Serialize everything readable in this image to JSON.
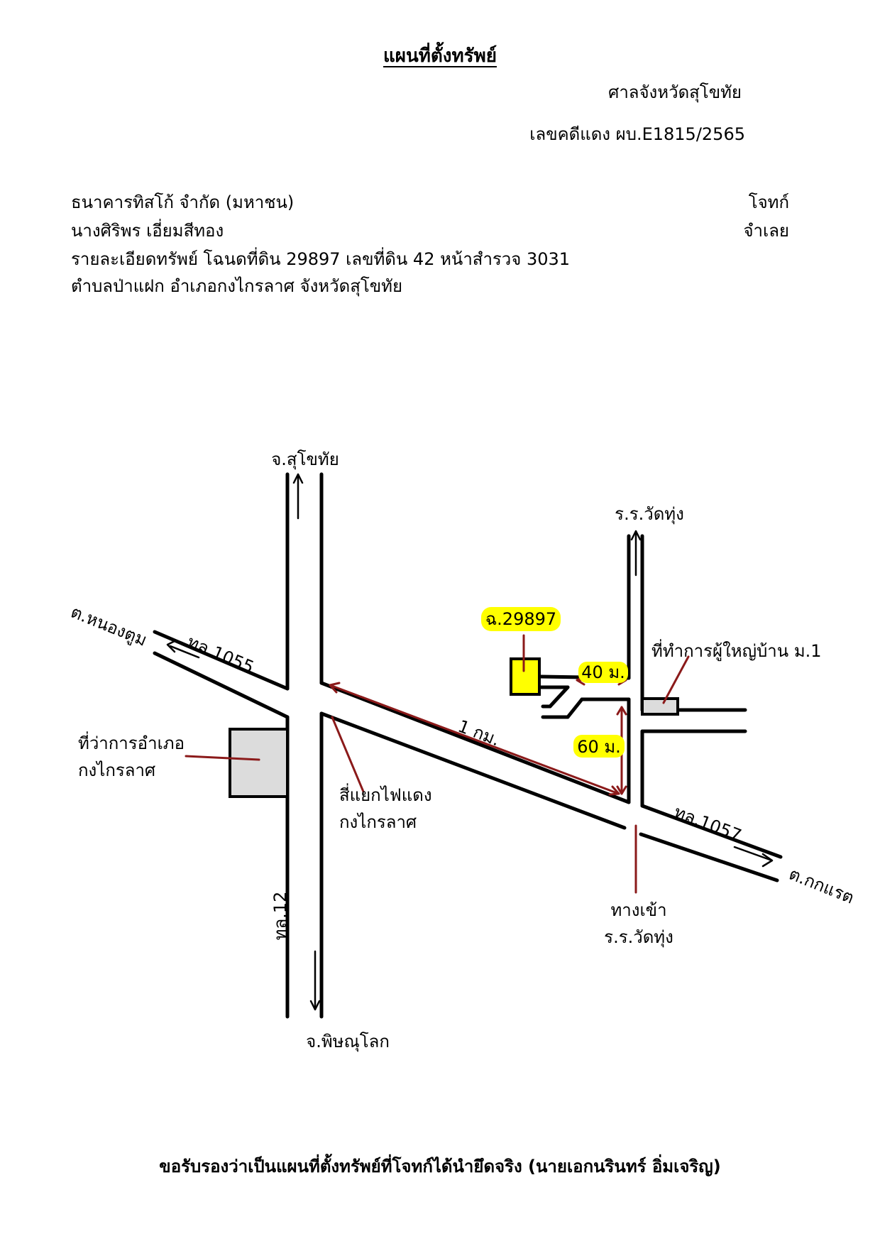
{
  "header": {
    "title": "แผนที่ตั้งทรัพย์",
    "court": "ศาลจังหวัดสุโขทัย",
    "case_no": "เลขคดีแดง ผบ.E1815/2565"
  },
  "parties": {
    "plaintiff_name": "ธนาคารทิสโก้ จำกัด (มหาชน)",
    "plaintiff_role": "โจทก์",
    "defendant_name": "นางศิริพร เอี่ยมสีทอง",
    "defendant_role": "จำเลย",
    "property_line1": "รายละเอียดทรัพย์ โฉนดที่ดิน 29897 เลขที่ดิน 42 หน้าสำรวจ 3031",
    "property_line2": "ตำบลป่าแฝก อำเภอกงไกรลาศ จังหวัดสุโขทัย"
  },
  "map": {
    "north_dest": "จ.สุโขทัย",
    "south_dest": "จ.พิษณุโลก",
    "road_12": "ทล.12",
    "road_1055": "ทล.1055",
    "west_dest": "ต.หนองตูม",
    "road_1057": "ทล.1057",
    "east_dest": "ต.กกแรต",
    "school": "ร.ร.วัดทุ่ง",
    "deed_label": "ฉ.29897",
    "dist_40": "40 ม.",
    "dist_60": "60 ม.",
    "dist_1km": "1 กม.",
    "headman_office": "ที่ทำการผู้ใหญ่บ้าน ม.1",
    "district_office_line1": "ที่ว่าการอำเภอ",
    "district_office_line2": "กงไกรลาศ",
    "intersection_line1": "สี่แยกไฟแดง",
    "intersection_line2": "กงไกรลาศ",
    "school_entrance_line1": "ทางเข้า",
    "school_entrance_line2": "ร.ร.วัดทุ่ง",
    "colors": {
      "highlight": "#ffff00",
      "leader": "#8b1a1a",
      "building": "#dcdcdc"
    }
  },
  "footer": {
    "certification": "ขอรับรองว่าเป็นแผนที่ตั้งทรัพย์ที่โจทก์ได้นำยึดจริง (นายเอกนรินทร์ อิ่มเจริญ)"
  }
}
